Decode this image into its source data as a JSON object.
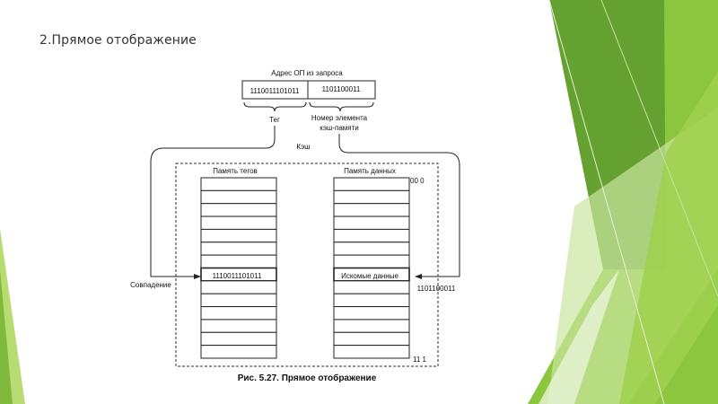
{
  "slide": {
    "title": "2.Прямое отображение"
  },
  "diagram": {
    "address_label": "Адрес ОП из запроса",
    "address_tag_bits": "1110011101011",
    "address_index_bits": "1101100011",
    "tag_label": "Тег",
    "index_label_line1": "Номер элемента",
    "index_label_line2": "кэш-памяти",
    "cache_label": "Кэш",
    "tag_memory_label": "Память тегов",
    "data_memory_label": "Память данных",
    "index_first": "00 0",
    "index_last": "11 1",
    "matched_tag": "1110011101011",
    "found_data": "Искомые данные",
    "match_label": "Совпадение",
    "index_pointer": "1101100011",
    "caption": "Рис. 5.27. Прямое отображение"
  },
  "theme": {
    "green_light": "#a6d35a",
    "green_mid": "#8cc63f",
    "green_dark": "#5f9b2c"
  }
}
